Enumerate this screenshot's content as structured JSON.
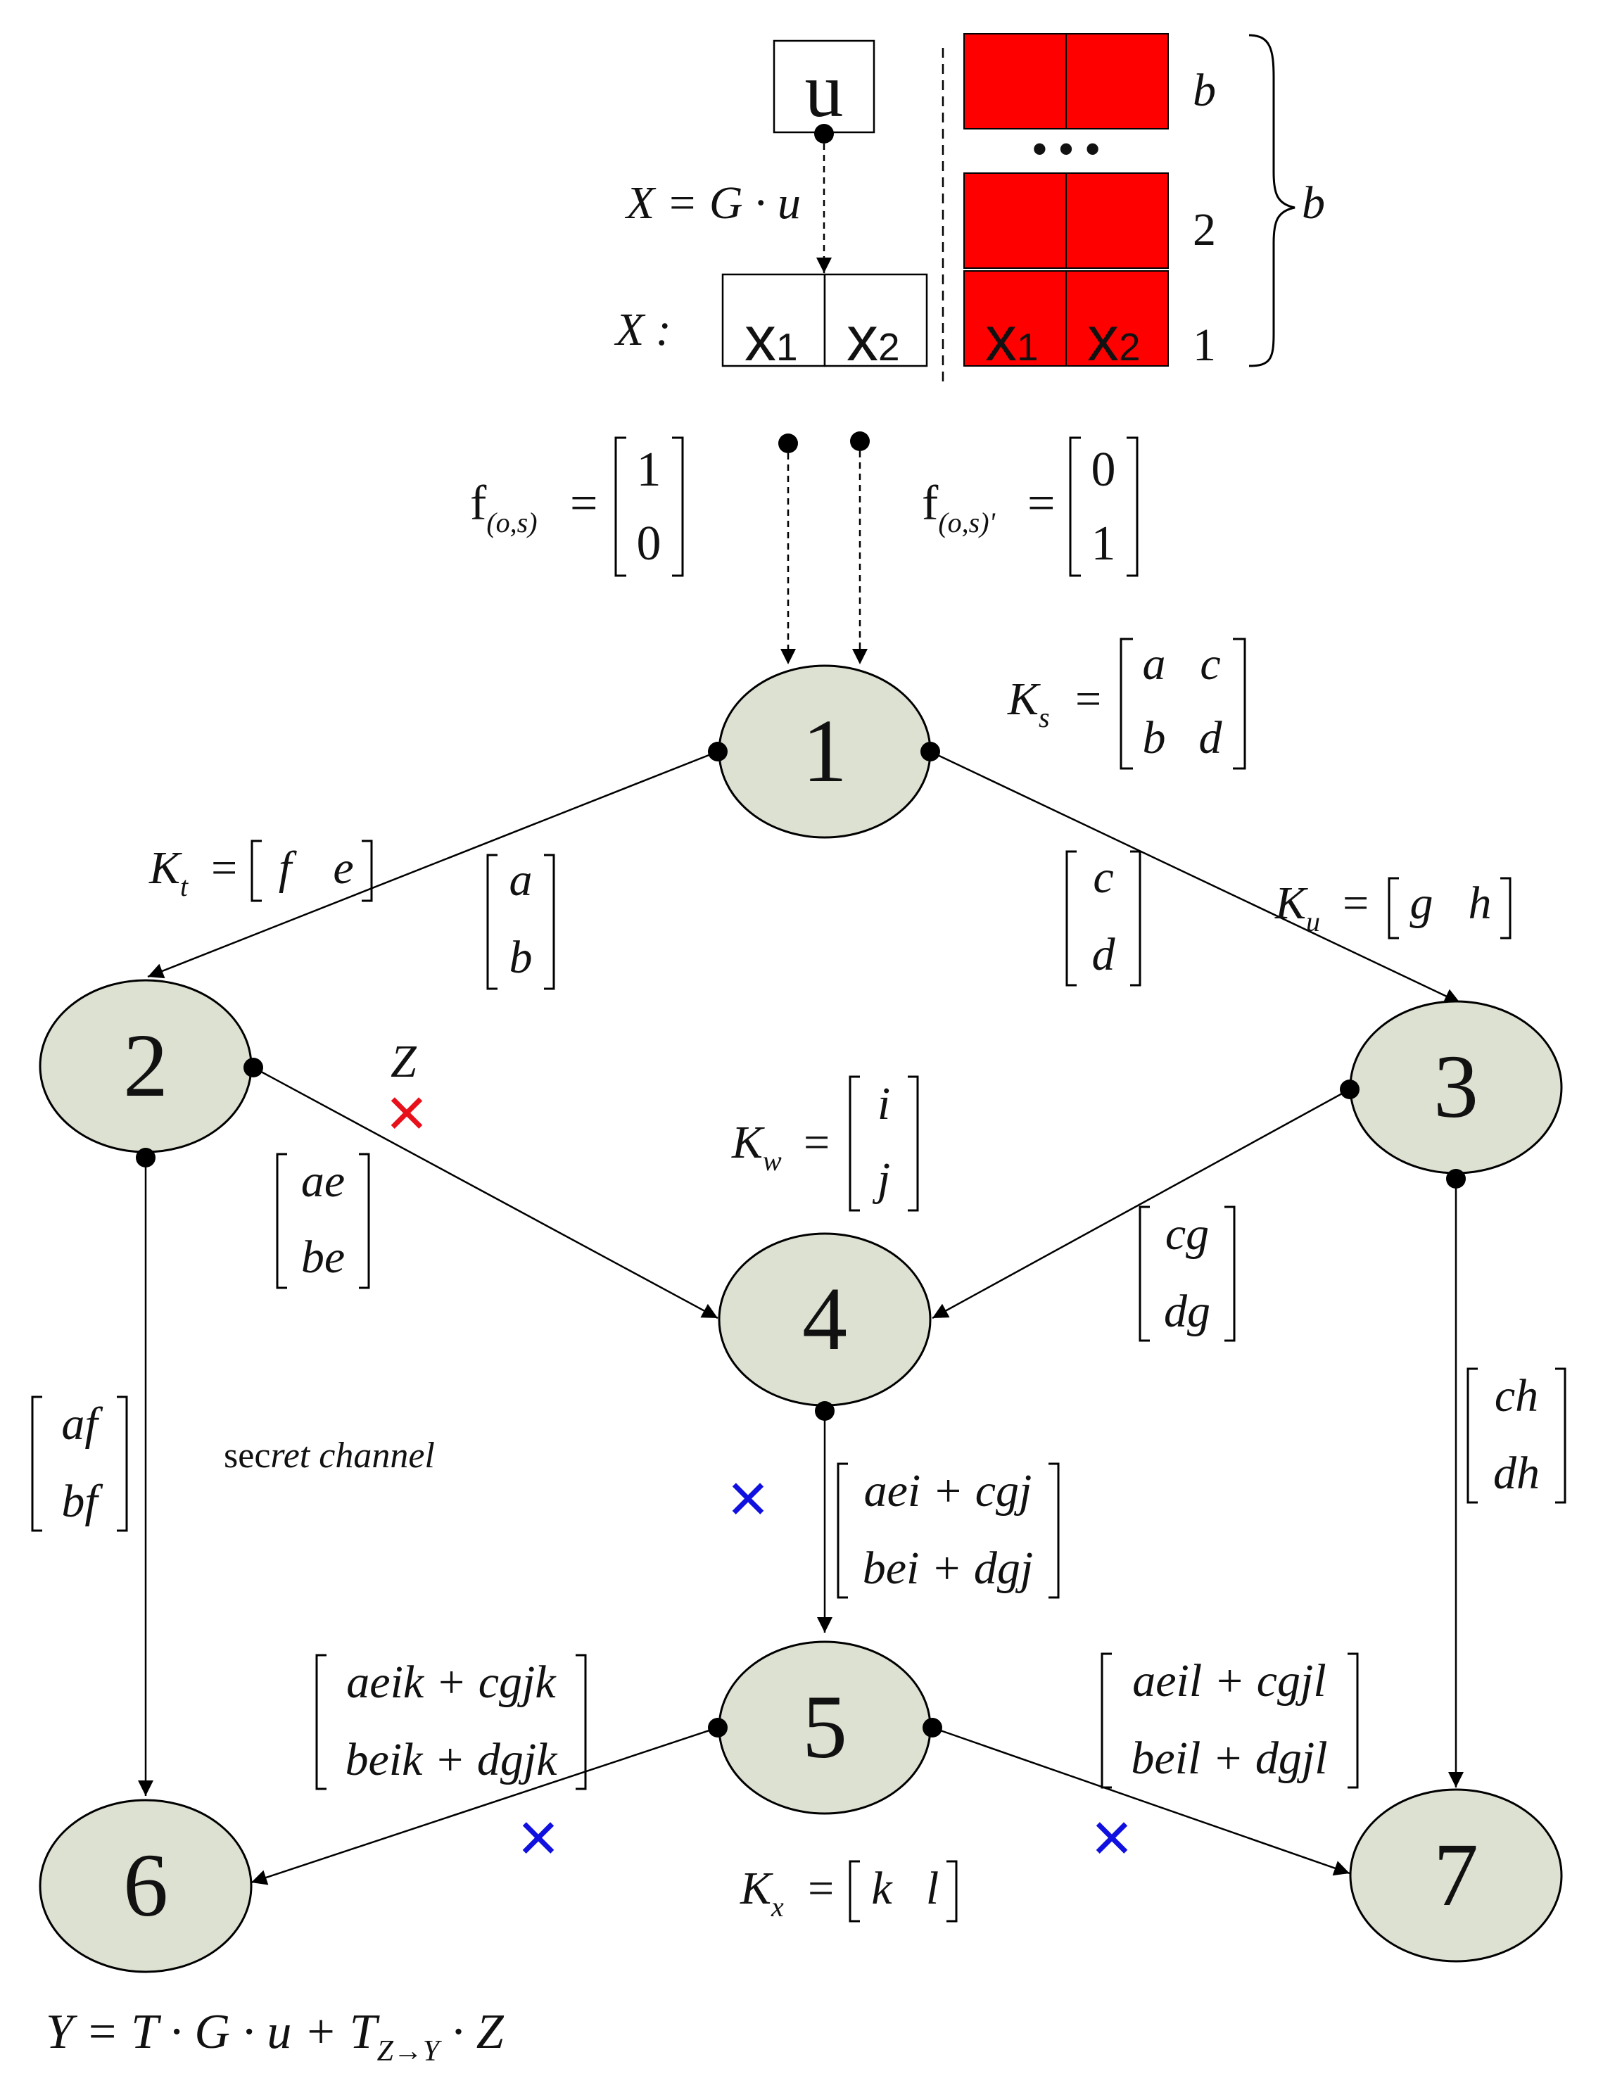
{
  "colors": {
    "node_fill": "#dde1d1",
    "red_block": "#ff0000",
    "red_cross": "#e8101a",
    "blue_cross": "#1010e0"
  },
  "top": {
    "u_label": "u",
    "x_eq": "X = G · u",
    "x_label": "X :",
    "x1": "x",
    "x1_sub": "1",
    "x2": "x",
    "x2_sub": "2",
    "dots": "• • •",
    "row_b": "b",
    "row_2": "2",
    "row_1": "1",
    "brace_label": "b"
  },
  "f_left": {
    "name": "f",
    "sub": "(o,s)",
    "eq": "=",
    "v1": "1",
    "v2": "0"
  },
  "f_right": {
    "name": "f",
    "sub": "(o,s)'",
    "eq": "=",
    "v1": "0",
    "v2": "1"
  },
  "nodes": [
    {
      "id": "1",
      "label": "1"
    },
    {
      "id": "2",
      "label": "2"
    },
    {
      "id": "3",
      "label": "3"
    },
    {
      "id": "4",
      "label": "4"
    },
    {
      "id": "5",
      "label": "5"
    },
    {
      "id": "6",
      "label": "6"
    },
    {
      "id": "7",
      "label": "7"
    }
  ],
  "kernels": {
    "ks": {
      "name": "K",
      "sub": "s",
      "eq": "=",
      "r1c1": "a",
      "r1c2": "c",
      "r2c1": "b",
      "r2c2": "d"
    },
    "kt": {
      "name": "K",
      "sub": "t",
      "eq": "=",
      "c1": "f",
      "c2": "e"
    },
    "ku": {
      "name": "K",
      "sub": "u",
      "eq": "=",
      "c1": "g",
      "c2": "h"
    },
    "kw": {
      "name": "K",
      "sub": "w",
      "eq": "=",
      "r1": "i",
      "r2": "j"
    },
    "kx": {
      "name": "K",
      "sub": "x",
      "eq": "=",
      "c1": "k",
      "c2": "l"
    }
  },
  "vectors": {
    "e12": [
      "a",
      "b"
    ],
    "e13": [
      "c",
      "d"
    ],
    "e24": [
      "ae",
      "be"
    ],
    "e34": [
      "cg",
      "dg"
    ],
    "e26": [
      "af",
      "bf"
    ],
    "e37": [
      "ch",
      "dh"
    ],
    "e45": [
      "aei + cgj",
      "bei + dgj"
    ],
    "e56": [
      "aeik + cgjk",
      "beik + dgjk"
    ],
    "e57": [
      "aeil + cgjl",
      "beil + dgjl"
    ]
  },
  "labels": {
    "z": "Z",
    "secret_a": "sec",
    "secret_b": "ret  channel",
    "cross": "×",
    "y_eq": "Y = T · G · u + T",
    "y_sub": "Z→Y",
    "y_tail": " · Z"
  }
}
